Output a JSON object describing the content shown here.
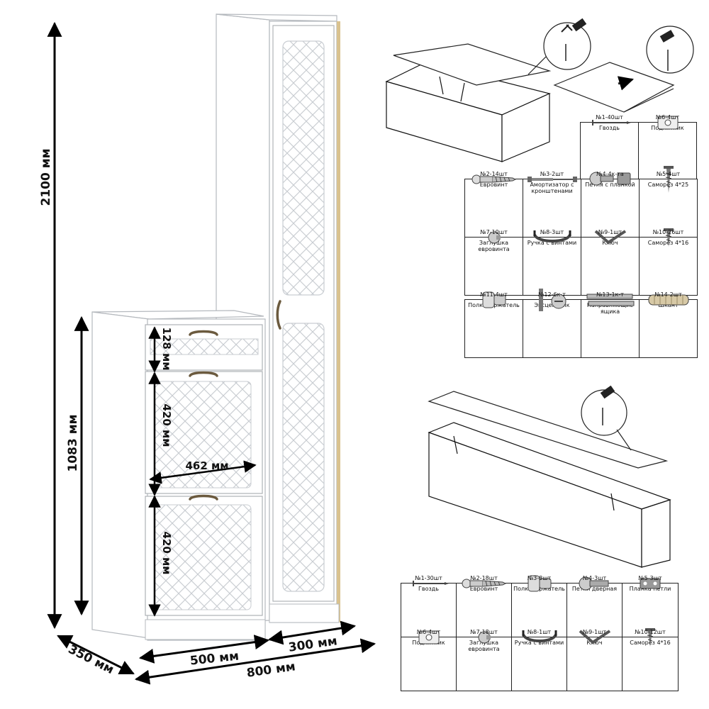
{
  "dimensions": {
    "total_height": "2100 мм",
    "low_height": "1083 мм",
    "drawer_height": "128 мм",
    "door_upper_height": "420 мм",
    "door_lower_height": "420 мм",
    "inner_width": "462 мм",
    "depth": "350 мм",
    "low_width": "500 мм",
    "tall_width": "300 мм",
    "total_width": "800 мм"
  },
  "parts_top": {
    "row1": [
      {
        "name": "Гвоздь",
        "count": "№1-40шт",
        "icon": "nail-icon"
      },
      {
        "name": "Подпятник",
        "count": "№6-4шт",
        "icon": "foot-pad-icon"
      }
    ],
    "row2": [
      {
        "name": "Евровинт",
        "count": "№2-14шт",
        "icon": "euroscrew-icon"
      },
      {
        "name": "Амортизатор с кронштенами",
        "count": "№3-2шт",
        "icon": "gas-strut-icon"
      },
      {
        "name": "Петля с планкой",
        "count": "№4-4к-та",
        "icon": "hinge-with-plate-icon"
      },
      {
        "name": "Саморез 4*25",
        "count": "№5-4шт",
        "icon": "screw-icon"
      }
    ],
    "row3": [
      {
        "name": "Заглушка евровинта",
        "count": "№7-10шт",
        "icon": "screw-cap-icon"
      },
      {
        "name": "Ручка с винтами",
        "count": "№8-3шт",
        "icon": "handle-icon"
      },
      {
        "name": "Ключ",
        "count": "№9-1шт",
        "icon": "hex-key-icon"
      },
      {
        "name": "Саморез 4*16",
        "count": "№10-26шт",
        "icon": "short-screw-icon"
      }
    ],
    "row4": [
      {
        "name": "Полкодержатель",
        "count": "№11-4шт",
        "icon": "shelf-support-icon"
      },
      {
        "name": "Эксцентрик",
        "count": "№12-6к-т",
        "icon": "cam-lock-icon"
      },
      {
        "name": "Направляющие ящика",
        "count": "№13-1к-т",
        "icon": "drawer-rail-icon"
      },
      {
        "name": "Шкант",
        "count": "№14-2шт",
        "icon": "dowel-icon"
      }
    ]
  },
  "parts_bottom": {
    "row1": [
      {
        "name": "Гвоздь",
        "count": "№1-30шт",
        "icon": "nail-icon"
      },
      {
        "name": "Евровинт",
        "count": "№2-18шт",
        "icon": "euroscrew-icon"
      },
      {
        "name": "Полкодержатель",
        "count": "№3-8шт",
        "icon": "shelf-support-icon"
      },
      {
        "name": "Петля дверная",
        "count": "№4-3шт",
        "icon": "door-hinge-icon"
      },
      {
        "name": "Планка петли",
        "count": "№5-3шт",
        "icon": "hinge-plate-icon"
      }
    ],
    "row2": [
      {
        "name": "Подпятник",
        "count": "№6-4шт",
        "icon": "foot-pad-icon"
      },
      {
        "name": "Заглушка евровинта",
        "count": "№7-18шт",
        "icon": "screw-cap-icon"
      },
      {
        "name": "Ручка с винтами",
        "count": "№8-1шт",
        "icon": "handle-icon"
      },
      {
        "name": "Ключ",
        "count": "№9-1шт",
        "icon": "hex-key-icon"
      },
      {
        "name": "Саморез 4*16",
        "count": "№10-12шт",
        "icon": "short-screw-icon"
      }
    ]
  },
  "colors": {
    "furniture_fill": "#ffffff",
    "outline": "#9aa0a6",
    "dimension_line": "#000000",
    "handle": "#6b5a3e",
    "wood_edge": "#d9c28f"
  }
}
